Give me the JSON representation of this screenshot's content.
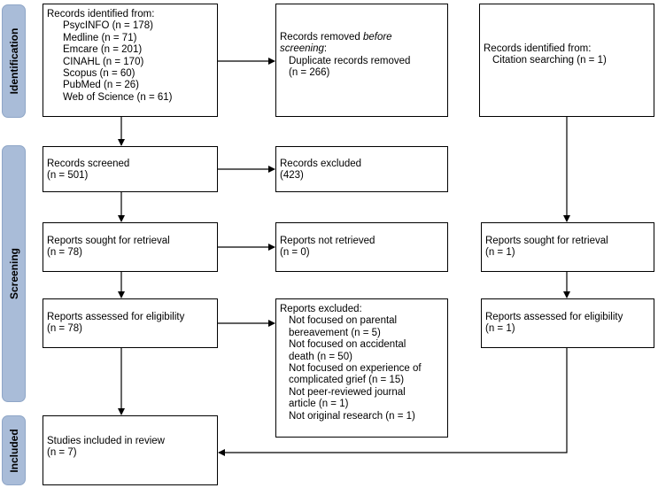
{
  "phases": {
    "identification": "Identification",
    "screening": "Screening",
    "included": "Included"
  },
  "records_identified": {
    "header": "Records identified from:",
    "sources": [
      "PsycINFO (n = 178)",
      "Medline (n = 71)",
      "Emcare (n = 201)",
      "CINAHL (n = 170)",
      "Scopus (n = 60)",
      "PubMed (n = 26)",
      "Web of Science (n = 61)"
    ]
  },
  "removed_before_screening": {
    "line1": "Records removed ",
    "line1_italic": "before",
    "line2_italic": "screening",
    "line2_suffix": ":",
    "line3": "Duplicate records removed",
    "line4": "(n = 266)"
  },
  "citation_identified": {
    "line1": "Records identified from:",
    "line2": "Citation searching (n = 1)"
  },
  "records_screened": {
    "line1": "Records screened",
    "line2": "(n = 501)"
  },
  "records_excluded": {
    "line1": "Records excluded",
    "line2": "(423)"
  },
  "reports_sought": {
    "line1": "Reports sought for retrieval",
    "line2": "(n = 78)"
  },
  "reports_not_retrieved": {
    "line1": "Reports not retrieved",
    "line2": "(n = 0)"
  },
  "citation_sought": {
    "line1": "Reports sought for retrieval",
    "line2": "(n = 1)"
  },
  "reports_assessed": {
    "line1": "Reports assessed for eligibility",
    "line2": "(n = 78)"
  },
  "reports_excluded": {
    "header": "Reports excluded:",
    "lines": [
      "Not focused on parental",
      "bereavement (n = 5)",
      "Not focused on accidental",
      "death (n = 50)",
      "Not focused on experience of",
      "complicated grief (n = 15)",
      "Not peer-reviewed journal",
      "article (n = 1)",
      "Not original research (n = 1)"
    ]
  },
  "citation_assessed": {
    "line1": "Reports assessed for eligibility",
    "line2": "(n = 1)"
  },
  "studies_included": {
    "line1": "Studies included in review",
    "line2": "(n = 7)"
  },
  "colors": {
    "phase_fill": "#a9bcd8",
    "line": "#000000"
  }
}
